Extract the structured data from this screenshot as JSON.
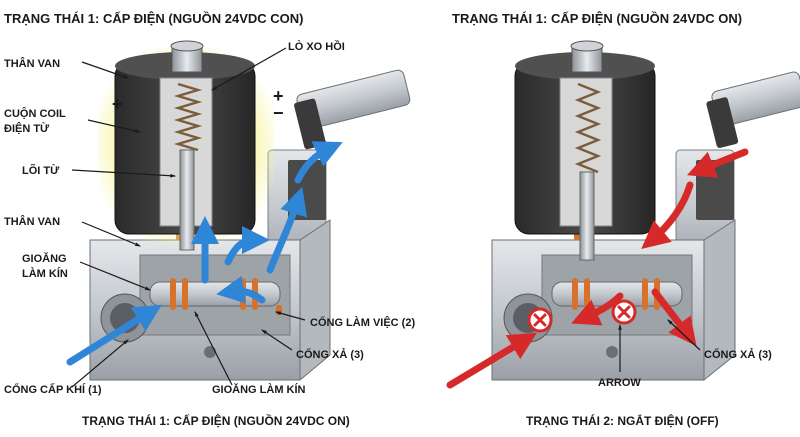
{
  "panel_left": {
    "top_title": "TRẠNG THÁI 1:  CẤP ĐIỆN (NGUỒN 24VDC CON)",
    "bottom_caption": "TRẠNG THÁI 1: CẤP ĐIỆN (NGUỒN 24VDC ON)",
    "labels": {
      "than_van_top": "THÂN VAN",
      "cuon_coil_1": "CUỘN COIL",
      "cuon_coil_2": "ĐIỆN TỪ",
      "loi_tu": "LÕI TỪ",
      "than_van_mid": "THÂN VAN",
      "gioang_1": "GIOĂNG",
      "gioang_2": "LÀM KÍN",
      "cong_cap_khi": "CỔNG CẤP KHÍ (1)",
      "lo_xo_hoi": "LÒ XO HỒI",
      "plus": "+",
      "minus": "−",
      "cong_lam_viec": "CỔNG LÀM VIỆC (2)",
      "cong_xa": "CỔNG XẢ (3)",
      "gioang_lam_kin": "GIOĂNG LÀM KÍN"
    }
  },
  "panel_right": {
    "top_title": "TRẠNG THÁI 1: CẤP ĐIỆN (NGUỒN 24VDC ON)",
    "bottom_caption": "TRẠNG THÁI 2: NGẮT ĐIỆN (OFF)",
    "labels": {
      "cong_xa": "CỔNG XẢ (3)",
      "arrow": "ARROW"
    }
  },
  "colors": {
    "flow_on": "#2f86d6",
    "flow_off": "#d62a2a",
    "coil_glow": "#f4f08a",
    "housing": "#3a3a3a",
    "body_metal": "#c9ced3",
    "seal": "#d4722e"
  }
}
